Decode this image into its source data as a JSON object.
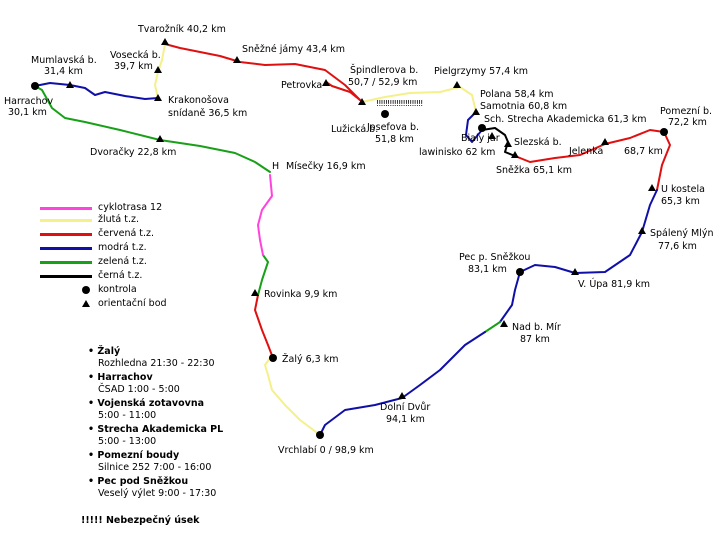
{
  "colors": {
    "cyklotrasa": "#ff44dd",
    "zluta": "#f4f08a",
    "cervena": "#e01010",
    "modra": "#1010a8",
    "zelena": "#18a018",
    "cerna": "#000000"
  },
  "legend": {
    "cyklotrasa": "cyklotrasa 12",
    "zluta": "žlutá t.z.",
    "cervena": "červená t.z.",
    "modra": "modrá t.z.",
    "zelena": "zelená t.z.",
    "cerna": "černá t.z.",
    "kontrola": "kontrola",
    "orientacni": "orientační bod"
  },
  "places": {
    "tvaroznik": "Tvarožník  40,2 km",
    "snezne_jamy": "Sněžné jámy  43,4 km",
    "mumlavska_name": "Mumlavská b.",
    "mumlavska_km": "31,4 km",
    "vosecka_name": "Vosecká b.",
    "vosecka_km": "39,7 km",
    "harrachov_name": "Harrachov",
    "harrachov_km": "30,1 km",
    "krakonosova_name": "Krakonošova",
    "krakonosova_km": "snídaně  36,5 km",
    "petrovka": "Petrovka",
    "spindlerova_name": "Špindlerova b.",
    "spindlerova_km": "50,7 / 52,9 km",
    "pielgrzymy": "Pielgrzymy  57,4 km",
    "polana": "Polana  58,4 km",
    "samotnia": "Samotnia  60,8 km",
    "danger_marks": "!!!!!!!!!!!!!!!!!!!!!",
    "luzicka": "Lužická b.",
    "josefova_name": "Josefova b.",
    "josefova_km": "51,8 km",
    "sch_strecha": "Sch. Strecha Akademicka  61,3 km",
    "bialy_jar": "Bialy jar",
    "lawinisko": "lawinisko  62 km",
    "slezska": "Slezská b.",
    "jelenka": "Jelenka",
    "jelenka_km": "68,7 km",
    "snezka": "Sněžka  65,1 km",
    "pomezni_name": "Pomezní b.",
    "pomezni_km": "72,2 km",
    "dvoracky": "Dvoračky  22,8 km",
    "h_marker": "H",
    "misecky": "Mísečky  16,9 km",
    "u_kostela_name": "U kostela",
    "u_kostela_km": "65,3 km",
    "spaleny_mlyn_name": "Spálený Mlýn",
    "spaleny_mlyn_km": "77,6 km",
    "pec_name": "Pec p. Sněžkou",
    "pec_km": "83,1 km",
    "v_upa": "V. Úpa  81,9 km",
    "rovinka": "Rovinka  9,9 km",
    "nad_b_mir_name": "Nad b. Mír",
    "nad_b_mir_km": "87 km",
    "zaly": "Žalý  6,3 km",
    "dolni_dvur_name": "Dolní Dvůr",
    "dolni_dvur_km": "94,1 km",
    "vrchlabi": "Vrchlabí  0 / 98,9 km"
  },
  "checkpoints": [
    {
      "name": "Žalý",
      "detail": "Rozhledna  21:30 - 22:30"
    },
    {
      "name": "Harrachov",
      "detail": "ČSAD  1:00 - 5:00"
    },
    {
      "name": "Vojenská zotavovna",
      "detail": "5:00 - 11:00"
    },
    {
      "name": "Strecha Akademicka  PL",
      "detail": "5:00 - 13:00"
    },
    {
      "name": "Pomezní boudy",
      "detail": "Silnice 252  7:00 - 16:00"
    },
    {
      "name": "Pec pod Sněžkou",
      "detail": "Veselý výlet  9:00 - 17:30"
    }
  ],
  "danger_note": "!!!!!  Nebezpečný úsek"
}
